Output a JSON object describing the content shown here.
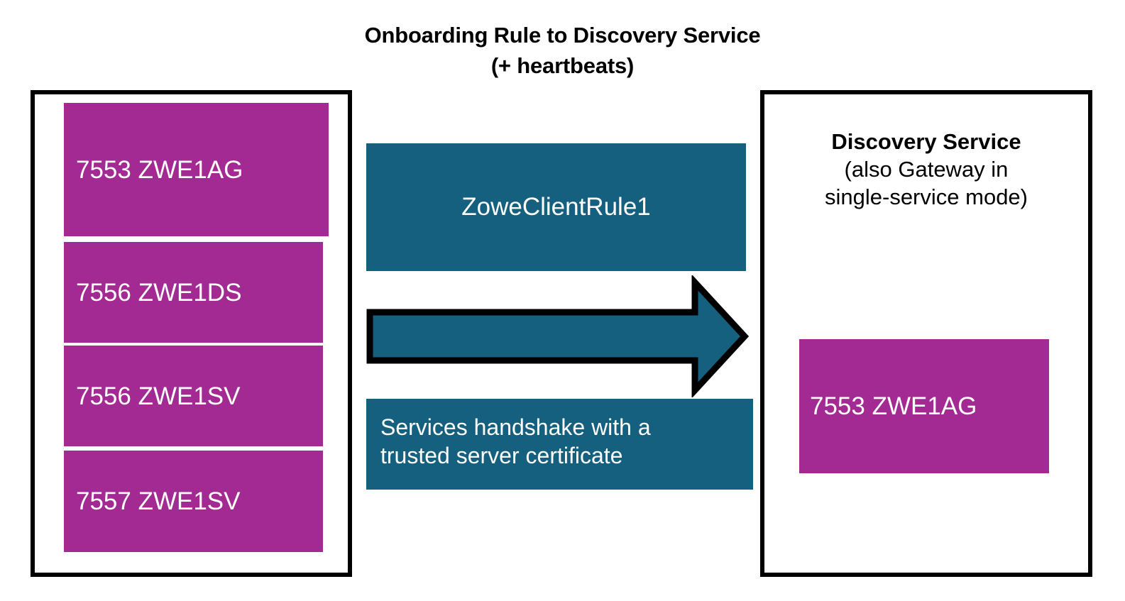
{
  "title": {
    "line1": "Onboarding Rule to Discovery Service",
    "line2": "(+ heartbeats)"
  },
  "colors": {
    "service_box": "#A22A92",
    "rule_box": "#15607E",
    "arrow_fill": "#15607E",
    "arrow_outline": "#000000",
    "panel_border": "#000000",
    "background": "#FFFFFF",
    "box_text": "#FFFFFF",
    "heading_text": "#000000"
  },
  "left_panel": {
    "services": [
      {
        "label": "7553 ZWE1AG"
      },
      {
        "label": "7556 ZWE1DS"
      },
      {
        "label": "7556 ZWE1SV"
      },
      {
        "label": "7557 ZWE1SV"
      }
    ]
  },
  "middle": {
    "rule_label": "ZoweClientRule1",
    "arrow_name": "right-arrow",
    "handshake_note": {
      "line1": "Services handshake with a",
      "line2": "trusted server certificate"
    }
  },
  "right_panel": {
    "heading_title": "Discovery Service",
    "heading_sub_line1": "(also Gateway in",
    "heading_sub_line2": "single-service mode)",
    "service": {
      "label": "7553 ZWE1AG"
    }
  }
}
